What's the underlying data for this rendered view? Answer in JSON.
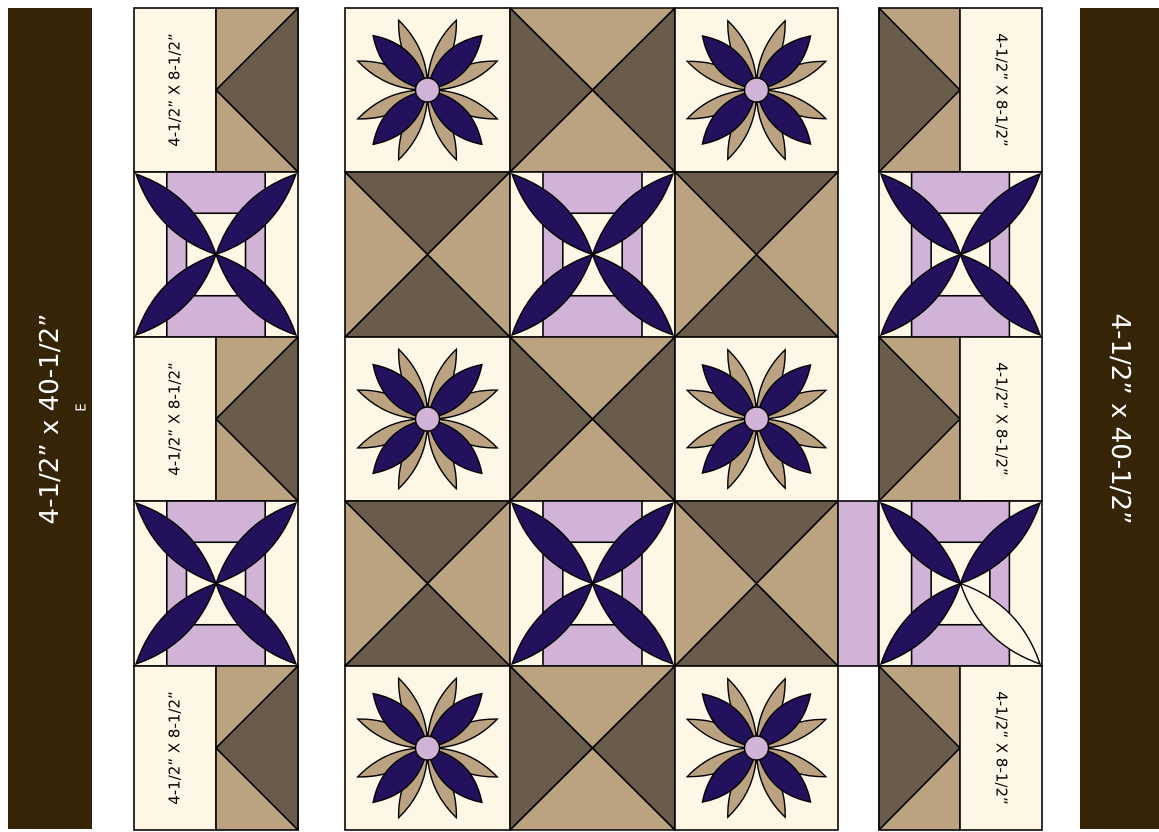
{
  "colors": {
    "border": "#362407",
    "cream": "#fff7e6",
    "tan": "#bba382",
    "taupe": "#6a5c4a",
    "lilac": "#d2b3d8",
    "purple": "#24115d",
    "center": "#d2b3d8",
    "outline": "#000000"
  },
  "borders": {
    "left": {
      "label": "4-1/2” x 40-1/2”",
      "sub": "E"
    },
    "right": {
      "label": "4-1/2” x 40-1/2”"
    }
  },
  "side_label": "4-1/2” X 8-1/2”",
  "center_grid": [
    [
      "flower",
      "hst-v",
      "flower"
    ],
    [
      "hst-x",
      "cross",
      "hst-x"
    ],
    [
      "flower",
      "hst-v",
      "flower"
    ],
    [
      "hst-x",
      "cross",
      "hst-x"
    ],
    [
      "flower",
      "hst-v",
      "flower"
    ]
  ],
  "left_column": [
    "flying-goose",
    "cross",
    "flying-goose",
    "cross",
    "flying-goose"
  ],
  "right_column": [
    "flying-goose",
    "cross",
    "flying-goose",
    "cross-partial",
    "flying-goose"
  ]
}
